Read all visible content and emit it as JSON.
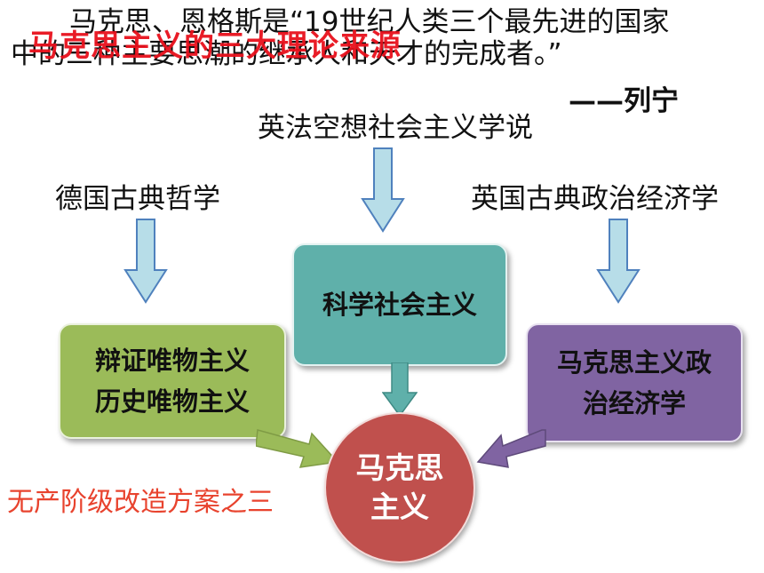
{
  "quote": {
    "line1": "马克思、恩格斯是“19世纪人类三个最先进的国家",
    "line2": "中的三种主要思潮的继承人和天才的完成者。”",
    "attribution": "——列宁"
  },
  "title": "马克思主义的三大理论来源",
  "sources": {
    "utopian": "英法空想社会主义学说",
    "german": "德国古典哲学",
    "english": "英国古典政治经济学"
  },
  "components": {
    "philosophy": [
      "辩证唯物主义",
      "历史唯物主义"
    ],
    "socialism": "科学社会主义",
    "economics": [
      "马克思主义政",
      "治经济学"
    ]
  },
  "center": [
    "马克思",
    "主义"
  ],
  "caption": "无产阶级改造方案之三",
  "colors": {
    "philosophy_box": "#9bbb59",
    "socialism_box": "#5fb0aa",
    "economics_box": "#8064a2",
    "center_circle": "#c0504d",
    "down_arrow_fill": "#b7dde8",
    "down_arrow_stroke": "#4f81bd",
    "title": "#e8101c",
    "caption": "#e8432e"
  }
}
